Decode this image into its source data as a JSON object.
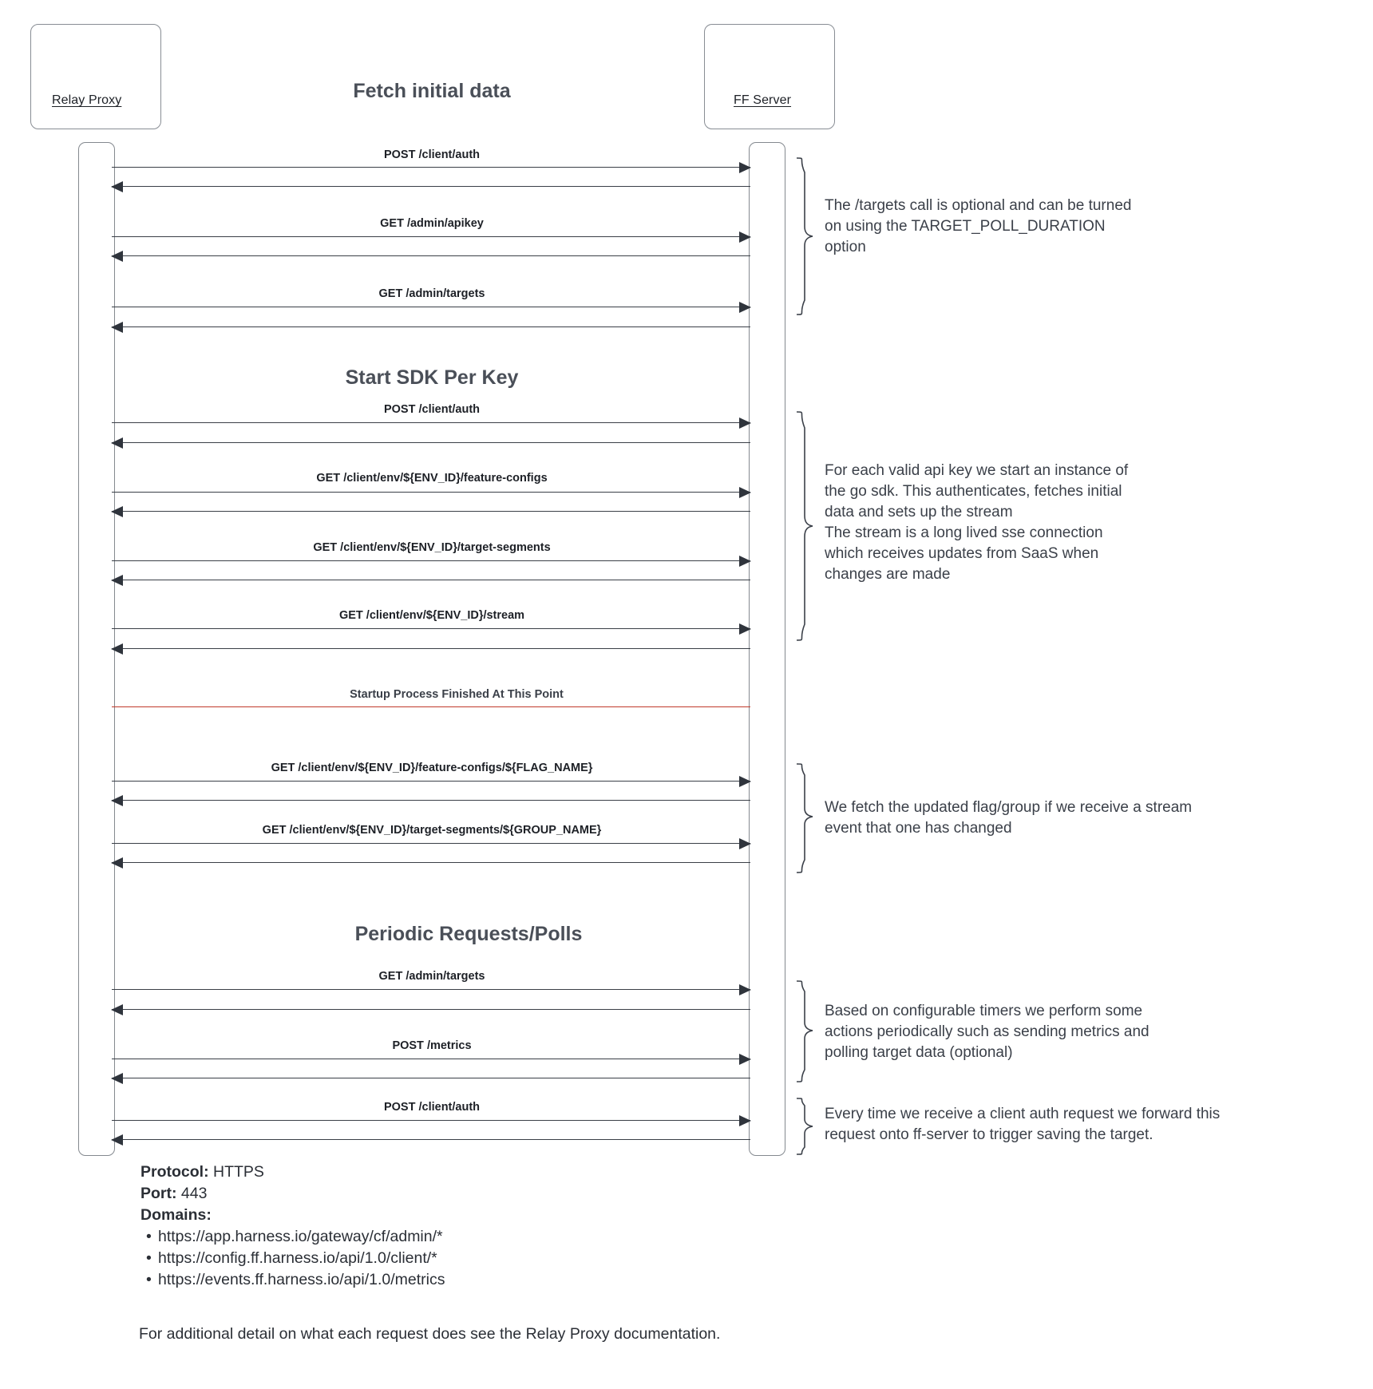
{
  "actors": [
    {
      "name": "Relay Proxy"
    },
    {
      "name": "FF Server"
    }
  ],
  "sections": [
    {
      "title": "Fetch initial data"
    },
    {
      "title": "Start SDK Per Key"
    },
    {
      "title": "Periodic Requests/Polls"
    }
  ],
  "messages": [
    {
      "label": "POST /client/auth"
    },
    {
      "label": "GET /admin/apikey"
    },
    {
      "label": "GET /admin/targets"
    },
    {
      "label": "POST /client/auth"
    },
    {
      "label": "GET /client/env/${ENV_ID}/feature-configs"
    },
    {
      "label": "GET /client/env/${ENV_ID}/target-segments"
    },
    {
      "label": "GET /client/env/${ENV_ID}/stream"
    },
    {
      "label": "GET /client/env/${ENV_ID}/feature-configs/${FLAG_NAME}"
    },
    {
      "label": "GET /client/env/${ENV_ID}/target-segments/${GROUP_NAME}"
    },
    {
      "label": "GET /admin/targets"
    },
    {
      "label": "POST /metrics"
    },
    {
      "label": "POST /client/auth"
    }
  ],
  "separator": {
    "label": "Startup Process Finished At This Point",
    "color": "#c0392b"
  },
  "notes": [
    {
      "text": "The /targets call is optional and can be turned\non using the TARGET_POLL_DURATION\noption"
    },
    {
      "text": "For each valid api key we start an instance of\nthe go sdk. This authenticates, fetches initial\ndata and sets up the stream\nThe stream is a long lived sse connection\nwhich receives updates from SaaS when\nchanges are made"
    },
    {
      "text": "We fetch the updated flag/group if we receive a stream\nevent that one has changed"
    },
    {
      "text": "Based on configurable timers we perform some\nactions periodically such as sending metrics and\npolling target data (optional)"
    },
    {
      "text": "Every time we receive a client auth request we forward this\nrequest onto ff-server to trigger saving the target."
    }
  ],
  "footer": {
    "protocol_key": "Protocol:",
    "protocol_value": "HTTPS",
    "port_key": "Port:",
    "port_value": "443",
    "domains_key": "Domains:",
    "domains": [
      "https://app.harness.io/gateway/cf/admin/*",
      "https://config.ff.harness.io/api/1.0/client/*",
      "https://events.ff.harness.io/api/1.0/metrics"
    ]
  },
  "footnote": "For additional detail on what each request does see the Relay Proxy documentation."
}
